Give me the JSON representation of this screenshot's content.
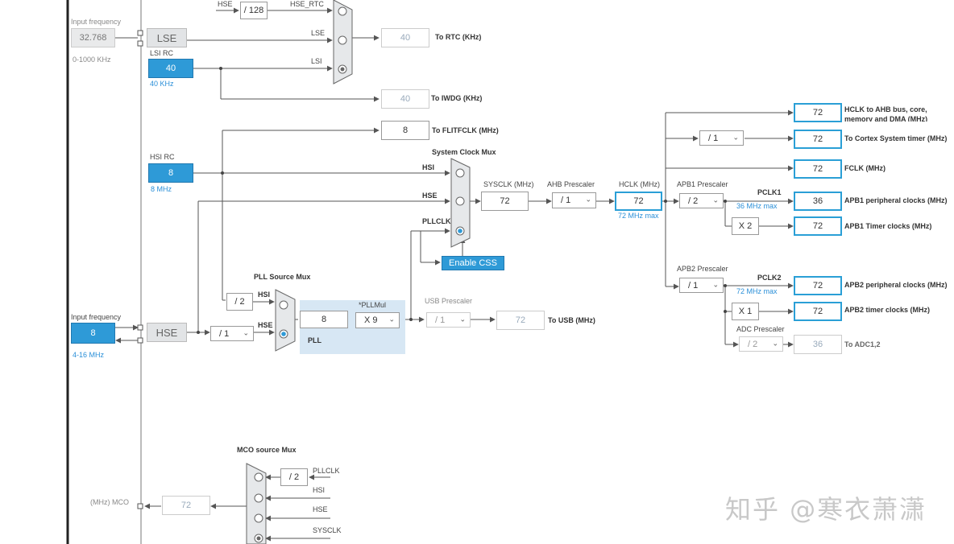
{
  "colors": {
    "accent": "#2e9ad7",
    "pll_bg": "#d7e7f4",
    "wire": "#555555"
  },
  "lse": {
    "input_label": "Input frequency",
    "input_value": "32.768",
    "range": "0-1000 KHz",
    "osc_label": "LSE"
  },
  "lsi": {
    "title": "LSI RC",
    "value": "40",
    "freq": "40 KHz"
  },
  "hsi": {
    "title": "HSI RC",
    "value": "8",
    "freq": "8 MHz"
  },
  "hse": {
    "input_label": "Input frequency",
    "input_value": "8",
    "range": "4-16 MHz",
    "osc_label": "HSE"
  },
  "rtc": {
    "hse_label": "HSE",
    "div128": "/ 128",
    "hse_rtc": "HSE_RTC",
    "lse": "LSE",
    "lsi": "LSI",
    "value": "40",
    "out_label": "To RTC (KHz)"
  },
  "iwdg": {
    "value": "40",
    "label": "To IWDG (KHz)"
  },
  "flitf": {
    "value": "8",
    "label": "To FLITFCLK (MHz)"
  },
  "sysmux": {
    "title": "System Clock Mux",
    "hsi": "HSI",
    "hse": "HSE",
    "pllclk": "PLLCLK"
  },
  "css_button": "Enable CSS",
  "sysclk": {
    "label": "SYSCLK (MHz)",
    "value": "72"
  },
  "ahb": {
    "label": "AHB Prescaler",
    "value": "/ 1"
  },
  "hclk": {
    "label": "HCLK (MHz)",
    "value": "72",
    "max": "72 MHz max"
  },
  "pll": {
    "src_title": "PLL Source Mux",
    "div2": "/ 2",
    "hsi": "HSI",
    "hse": "HSE",
    "hse_prediv": "/ 1",
    "value": "8",
    "mul_label": "*PLLMul",
    "mul": "X 9",
    "name": "PLL"
  },
  "usb": {
    "label": "USB Prescaler",
    "value": "/ 1",
    "out": "72",
    "out_label": "To USB (MHz)"
  },
  "outputs": {
    "hclk_ahb": {
      "value": "72",
      "label": "HCLK to AHB bus, core,",
      "label2": "memory and DMA (MHz)"
    },
    "cortex_div": "/ 1",
    "cortex": {
      "value": "72",
      "label": "To Cortex System timer (MHz)"
    },
    "fclk": {
      "value": "72",
      "label": "FCLK (MHz)"
    },
    "apb1_label": "APB1 Prescaler",
    "apb1_div": "/ 2",
    "pclk1": "PCLK1",
    "pclk1_max": "36 MHz max",
    "apb1_periph": {
      "value": "36",
      "label": "APB1 peripheral clocks (MHz)"
    },
    "apb1_x": "X 2",
    "apb1_timer": {
      "value": "72",
      "label": "APB1 Timer clocks (MHz)"
    },
    "apb2_label": "APB2 Prescaler",
    "apb2_div": "/ 1",
    "pclk2": "PCLK2",
    "pclk2_max": "72 MHz max",
    "apb2_periph": {
      "value": "72",
      "label": "APB2 peripheral clocks (MHz)"
    },
    "apb2_x": "X 1",
    "apb2_timer": {
      "value": "72",
      "label": "APB2 timer clocks (MHz)"
    },
    "adc_label": "ADC Prescaler",
    "adc_div": "/ 2",
    "adc": {
      "value": "36",
      "label": "To ADC1,2"
    }
  },
  "mco": {
    "title": "MCO source Mux",
    "div2": "/ 2",
    "pllclk": "PLLCLK",
    "hsi": "HSI",
    "hse": "HSE",
    "sysclk": "SYSCLK",
    "value": "72",
    "label": "(MHz) MCO"
  },
  "watermark": "知乎 @寒衣萧潇"
}
